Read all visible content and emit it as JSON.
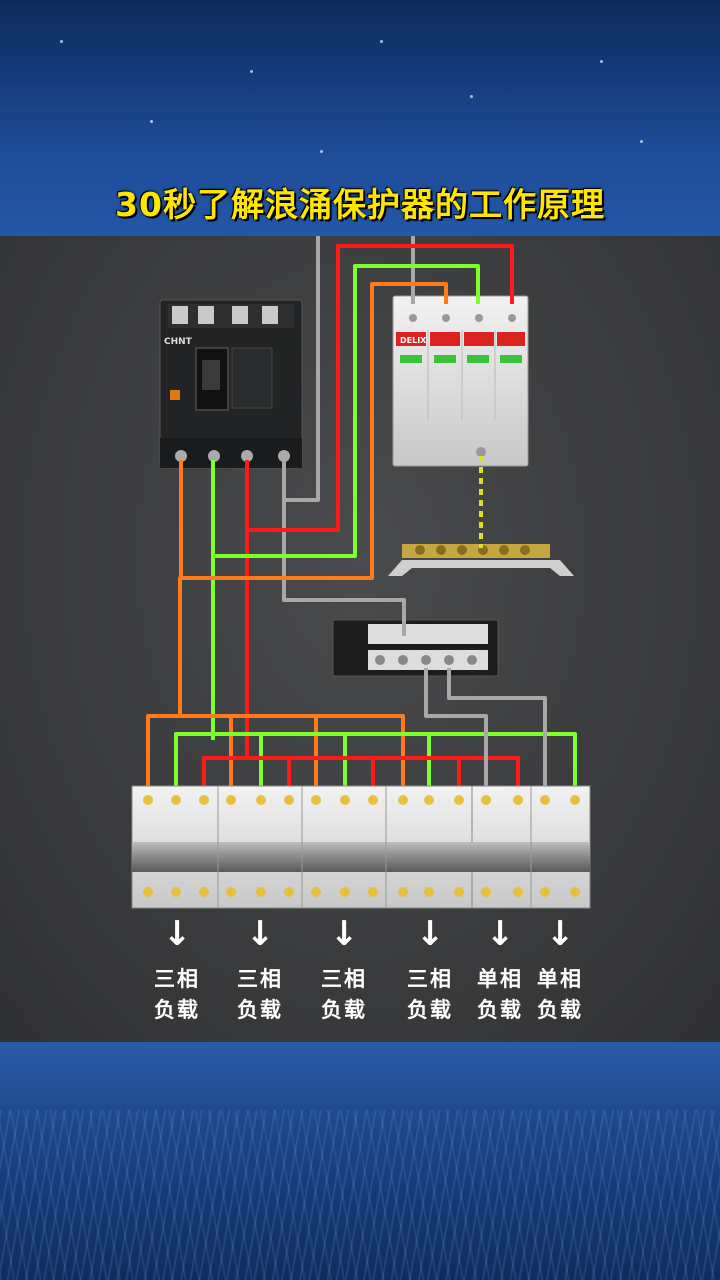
{
  "title": "30秒了解浪涌保护器的工作原理",
  "breaker": {
    "brand": "CHNT"
  },
  "spd": {
    "brand": "DELIXI"
  },
  "loads": [
    {
      "line1": "三相",
      "line2": "负载"
    },
    {
      "line1": "三相",
      "line2": "负载"
    },
    {
      "line1": "三相",
      "line2": "负载"
    },
    {
      "line1": "三相",
      "line2": "负载"
    },
    {
      "line1": "单相",
      "line2": "负载"
    },
    {
      "line1": "单相",
      "line2": "负载"
    }
  ],
  "colors": {
    "phase_orange": "#ff7a1a",
    "phase_green": "#7dff2a",
    "phase_red": "#ff1a1a",
    "neutral_gray": "#a8a8a8",
    "ground": "#d8e020",
    "title": "#ffe600"
  }
}
